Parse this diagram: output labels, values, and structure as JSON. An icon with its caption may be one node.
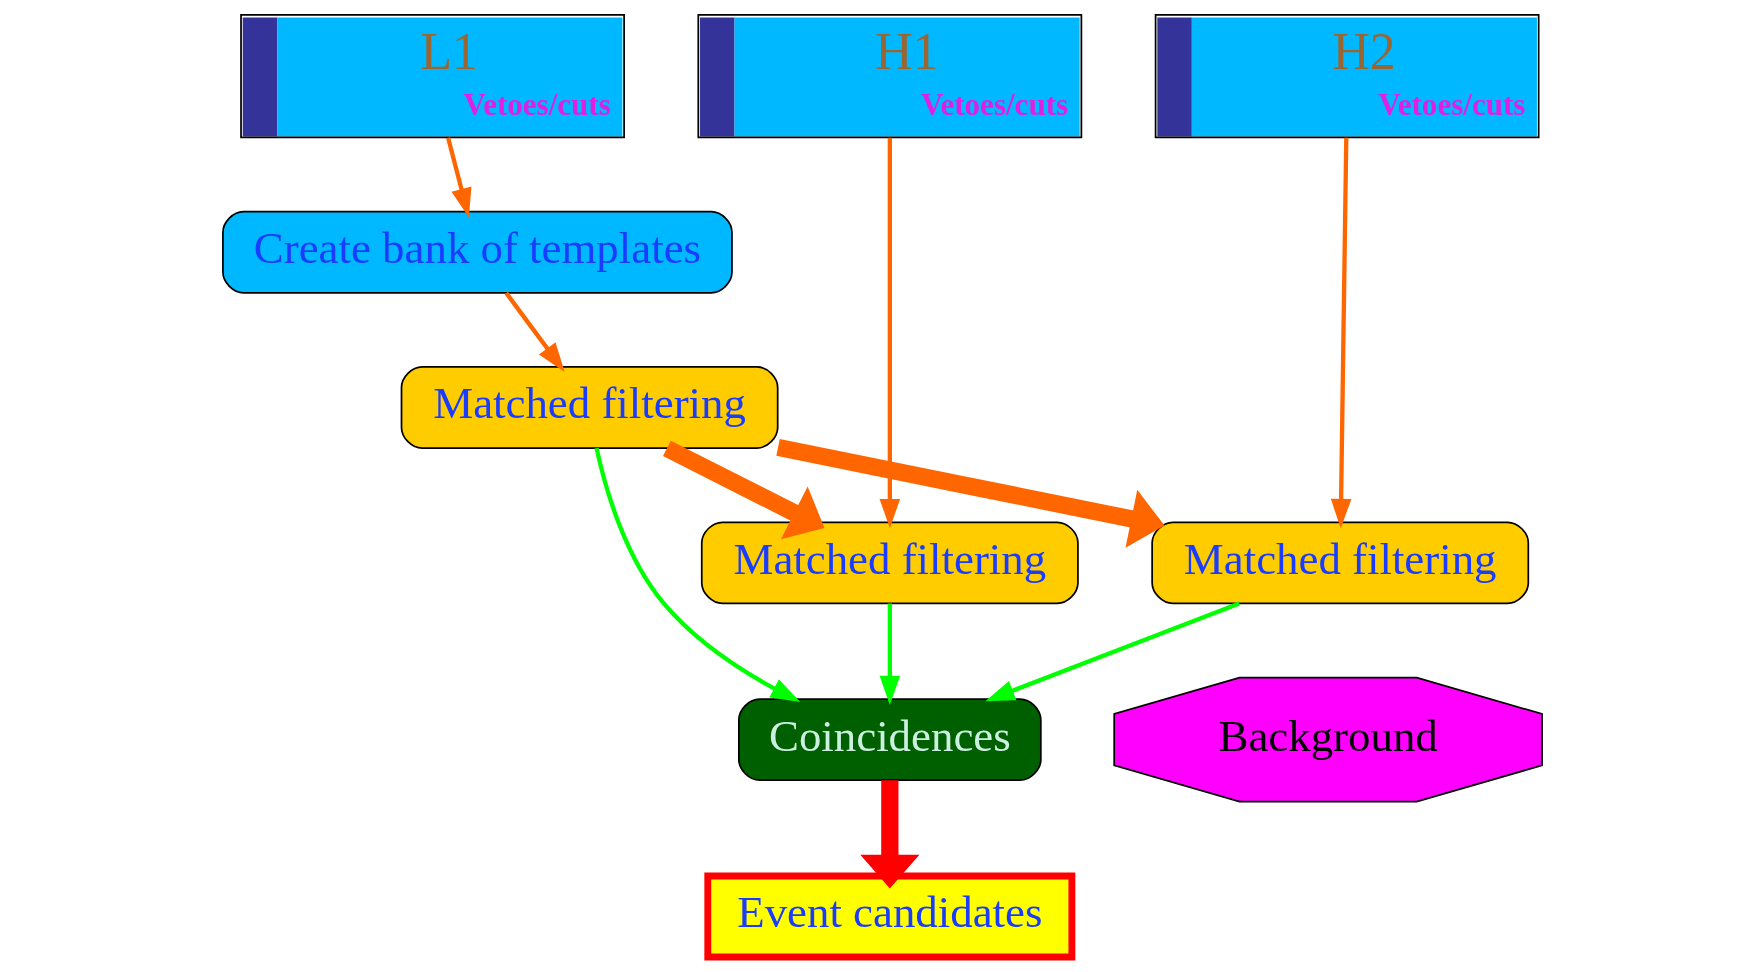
{
  "diagram": {
    "nodes": [
      {
        "text": [
          "L1",
          "Vetoes/cuts"
        ]
      },
      {
        "text": [
          "H1",
          "Vetoes/cuts"
        ]
      },
      {
        "text": [
          "H2",
          "Vetoes/cuts"
        ]
      },
      {
        "text": [
          "Create bank of templates"
        ]
      },
      {
        "text": [
          "Matched filtering"
        ]
      },
      {
        "text": [
          "Matched filtering"
        ]
      },
      {
        "text": [
          "Matched filtering"
        ]
      },
      {
        "text": [
          "Coincidences"
        ]
      },
      {
        "text": [
          "Background"
        ]
      },
      {
        "text": [
          "Event candidates"
        ]
      }
    ],
    "edges": [
      {
        "from": 0,
        "to": 3,
        "arrow": "to"
      },
      {
        "from": 3,
        "to": 4,
        "arrow": "to"
      },
      {
        "from": 1,
        "to": 5,
        "arrow": "to"
      },
      {
        "from": 2,
        "to": 6,
        "arrow": "to"
      },
      {
        "from": 4,
        "to": 5,
        "arrow": "to",
        "style": "thick"
      },
      {
        "from": 4,
        "to": 6,
        "arrow": "to",
        "style": "thick"
      },
      {
        "from": 5,
        "to": 7,
        "arrow": "to",
        "color": "#00ff00"
      },
      {
        "from": 6,
        "to": 7,
        "arrow": "to",
        "color": "#00ff00"
      },
      {
        "from": 4,
        "to": 7,
        "arrow": "to",
        "color": "#00ff00"
      },
      {
        "from": 7,
        "to": 9,
        "arrow": "to",
        "style": "thick",
        "color": "#ff0000"
      }
    ]
  }
}
